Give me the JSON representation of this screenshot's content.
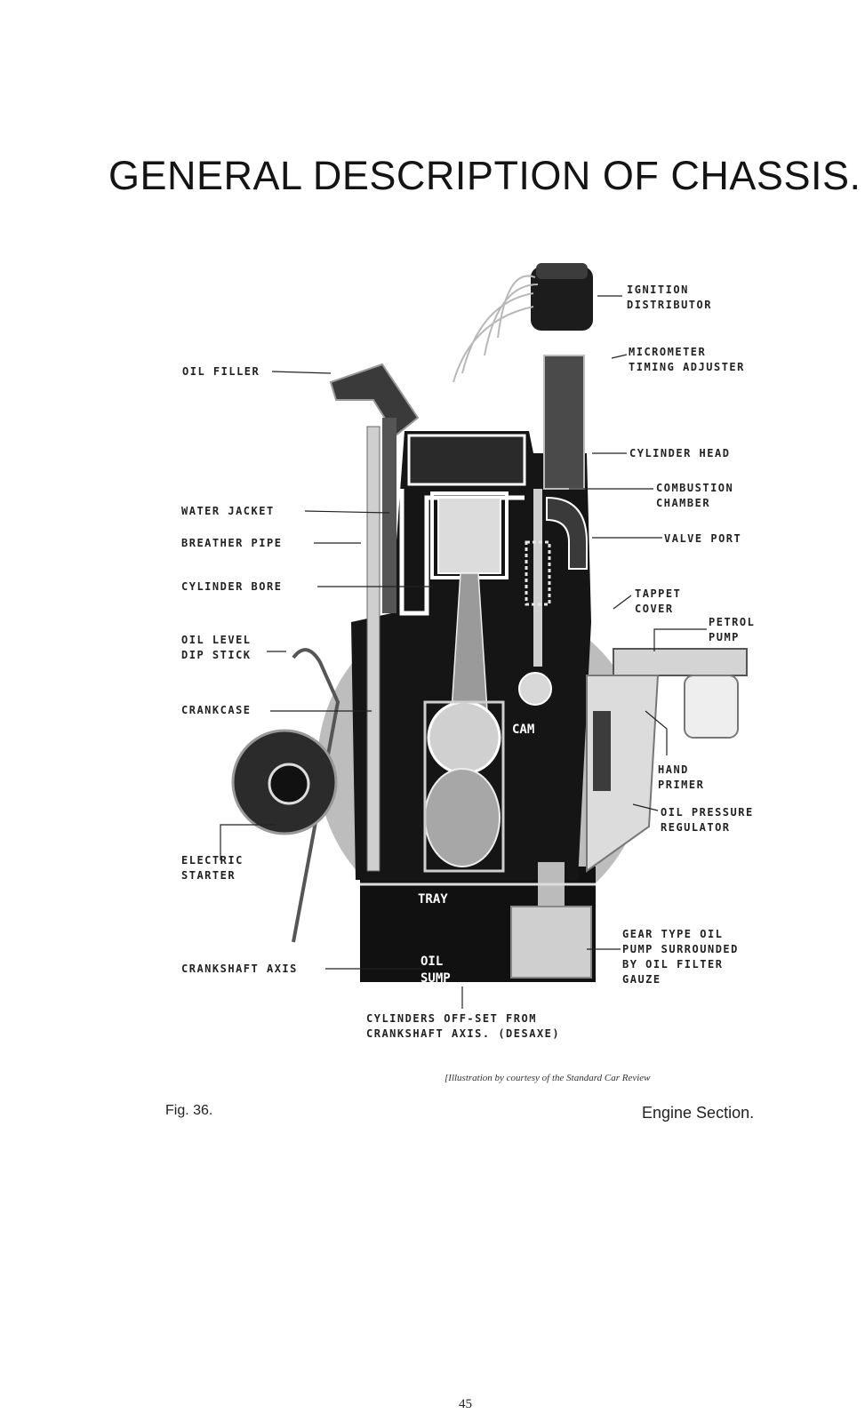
{
  "page": {
    "title": "GENERAL DESCRIPTION OF CHASSIS.",
    "figure_number": "Fig. 36.",
    "figure_title": "Engine Section.",
    "credit": "[Illustration by courtesy of the Standard Car Review",
    "page_number": "45"
  },
  "diagram": {
    "labels_left": {
      "oil_filler": "OIL FILLER",
      "water_jacket": "WATER JACKET",
      "breather_pipe": "BREATHER PIPE",
      "cylinder_bore": "CYLINDER BORE",
      "oil_level_dip_stick": "OIL LEVEL\nDIP STICK",
      "crankcase": "CRANKCASE",
      "electric_starter": "ELECTRIC\nSTARTER",
      "crankshaft_axis": "CRANKSHAFT AXIS"
    },
    "labels_right": {
      "ignition_distributor": "IGNITION\nDISTRIBUTOR",
      "micrometer_timing_adjuster": "MICROMETER\nTIMING ADJUSTER",
      "cylinder_head": "CYLINDER HEAD",
      "combustion_chamber": "COMBUSTION\nCHAMBER",
      "valve_port": "VALVE PORT",
      "tappet_cover": "TAPPET\nCOVER",
      "petrol_pump": "PETROL\nPUMP",
      "hand_primer": "HAND\nPRIMER",
      "oil_pressure_regulator": "OIL PRESSURE\nREGULATOR",
      "gear_type_oil_pump": "GEAR TYPE OIL\nPUMP SURROUNDED\nBY OIL FILTER\nGAUZE"
    },
    "labels_inner": {
      "cam": "CAM",
      "tray": "TRAY",
      "oil_sump": "OIL\nSUMP"
    },
    "label_bottom": "CYLINDERS OFF-SET FROM\nCRANKSHAFT AXIS. (DESAXE)"
  }
}
